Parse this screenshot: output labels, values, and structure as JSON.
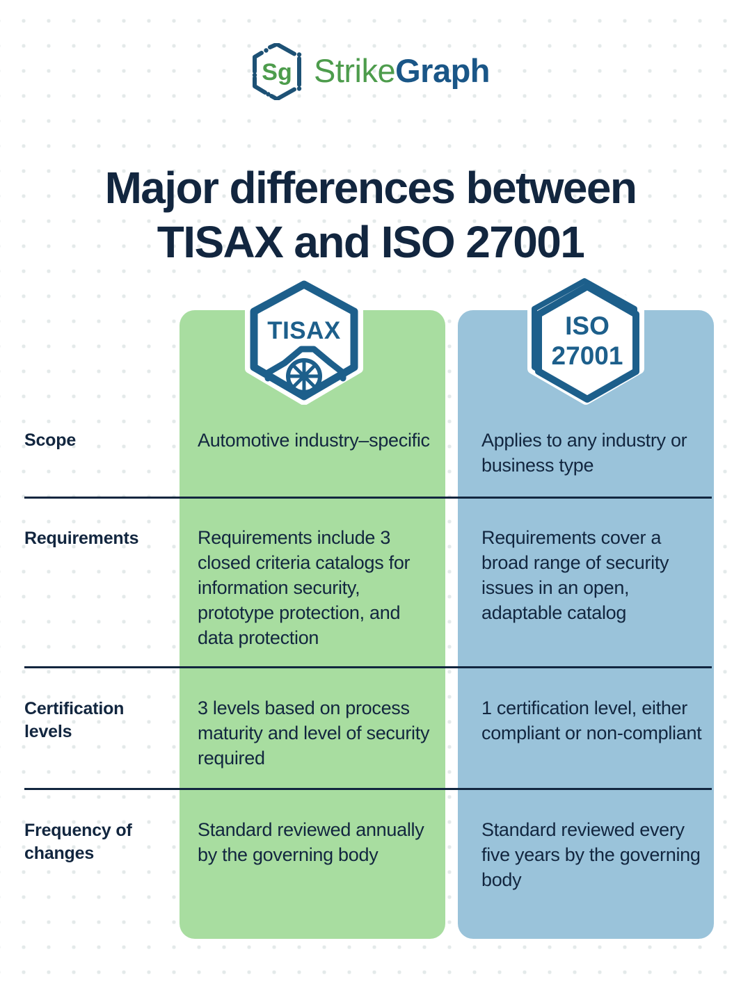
{
  "brand": {
    "logo_mark_text": "Sg",
    "logo_mark_icon": "hexagon-dotted-icon",
    "wordmark_part1": "Strike",
    "wordmark_part2": "Graph",
    "color_green": "#4d9c4c",
    "color_blue": "#1a5687"
  },
  "heading": {
    "line1": "Major differences between",
    "line2": "TISAX and ISO 27001",
    "color": "#12263f"
  },
  "columns": [
    {
      "id": "tisax",
      "badge_icon": "tisax-hexagon-badge-icon",
      "badge_label": "TISAX",
      "panel_color": "#a8dda0"
    },
    {
      "id": "iso",
      "badge_icon": "iso-hexagon-badge-icon",
      "badge_label_line1": "ISO",
      "badge_label_line2": "27001",
      "panel_color": "#9ac3da"
    }
  ],
  "chart_data": {
    "type": "table",
    "title": "Major differences between TISAX and ISO 27001",
    "columns": [
      "",
      "TISAX",
      "ISO 27001"
    ],
    "rows": [
      {
        "label": "Scope",
        "tisax": "Automotive industry–specific",
        "iso": "Applies to any industry or business type"
      },
      {
        "label": "Requirements",
        "tisax": "Requirements include 3 closed criteria catalogs for information security, prototype protection, and data protection",
        "iso": "Requirements cover a broad range of security issues in an open, adaptable catalog"
      },
      {
        "label": "Certification levels",
        "tisax": "3 levels based on process maturity and level of security required",
        "iso": "1 certification level, either compliant or non-compliant"
      },
      {
        "label": "Frequency of changes",
        "tisax": "Standard reviewed annually by the governing body",
        "iso": "Standard reviewed every five years by the governing body"
      }
    ]
  },
  "rows": [
    {
      "label": "Scope",
      "tisax": "Automotive industry–specific",
      "iso": "Applies to any industry or business type"
    },
    {
      "label": "Requirements",
      "tisax": "Requirements include 3 closed criteria catalogs for information security, prototype protection, and data protection",
      "iso": "Requirements cover a broad range of security issues in an open, adaptable catalog"
    },
    {
      "label": "Certification levels",
      "tisax": "3 levels based on process maturity and level of security required",
      "iso": "1 certification level, either compliant or non-compliant"
    },
    {
      "label": "Frequency of changes",
      "tisax": "Standard reviewed annually by the governing body",
      "iso": "Standard reviewed every five years by the governing body"
    }
  ]
}
